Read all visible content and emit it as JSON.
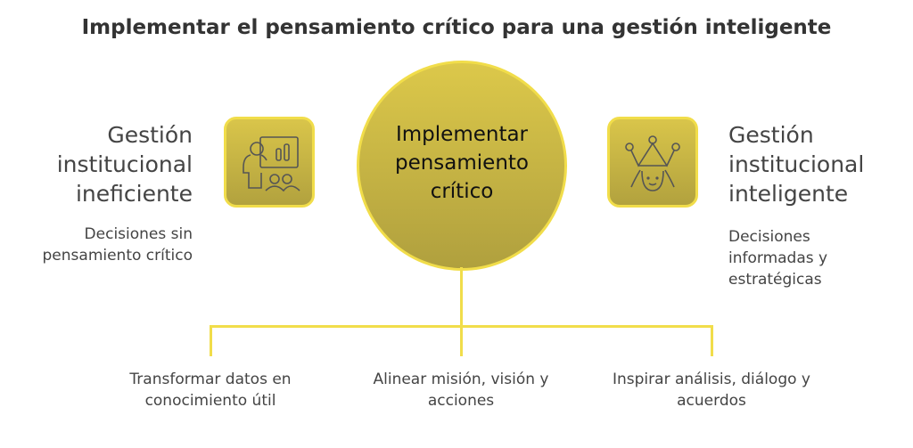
{
  "title": "Implementar el pensamiento crítico para una gestión inteligente",
  "center": {
    "label": "Implementar pensamiento crítico"
  },
  "left": {
    "heading": "Gestión institucional ineficiente",
    "description": "Decisiones sin pensamiento crítico",
    "icon": "presentation-audience-icon"
  },
  "right": {
    "heading": "Gestión institucional inteligente",
    "description": "Decisiones informadas y estratégicas",
    "icon": "crowned-person-icon"
  },
  "branches": [
    {
      "label": "Transformar datos en conocimiento útil"
    },
    {
      "label": "Alinear misión, visión y acciones"
    },
    {
      "label": "Inspirar análisis, diálogo y acuerdos"
    }
  ],
  "colors": {
    "accent": "#f1dd4a",
    "fill_top": "#dcc84a",
    "fill_bottom": "#b0a03e"
  }
}
